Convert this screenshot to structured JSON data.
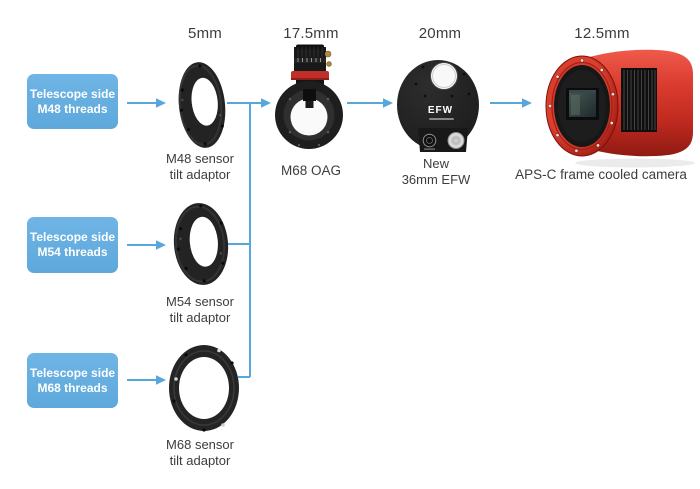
{
  "dimensions": {
    "adaptor": "5mm",
    "oag": "17.5mm",
    "efw": "20mm",
    "camera": "12.5mm"
  },
  "rows": [
    {
      "box": {
        "line1": "Telescope side",
        "line2": "M48 threads"
      },
      "caption": {
        "line1": "M48 sensor",
        "line2": "tilt adaptor"
      }
    },
    {
      "box": {
        "line1": "Telescope side",
        "line2": "M54 threads"
      },
      "caption": {
        "line1": "M54 sensor",
        "line2": "tilt adaptor"
      }
    },
    {
      "box": {
        "line1": "Telescope side",
        "line2": "M68 threads"
      },
      "caption": {
        "line1": "M68 sensor",
        "line2": "tilt adaptor"
      }
    }
  ],
  "oag": {
    "caption": "M68 OAG"
  },
  "efw": {
    "badge": "EFW",
    "caption_line1": "New",
    "caption_line2": "36mm EFW"
  },
  "camera": {
    "caption": "APS-C frame cooled camera"
  },
  "colors": {
    "accent_blue": "#64ade0",
    "arrow_blue": "#58a7dc",
    "camera_red": "#d5342b",
    "oag_red": "#c0302a",
    "part_black": "#1e1e1e",
    "label_gray": "#3d3d3d"
  }
}
